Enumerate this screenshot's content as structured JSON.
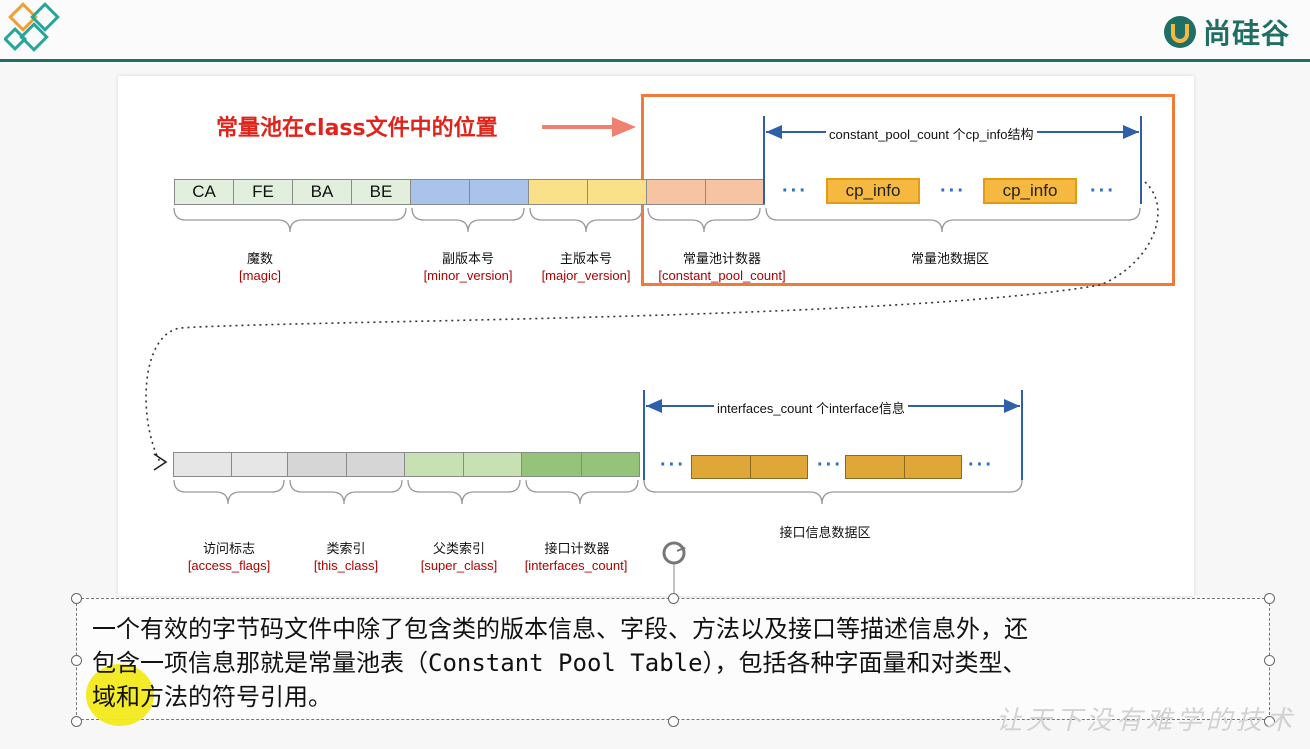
{
  "header": {
    "brand_name": "尚硅谷",
    "colors": {
      "brand": "#1f6f64",
      "logo_orange": "#f0a030",
      "logo_teal": "#26a69a"
    }
  },
  "diagram": {
    "title": "常量池在class文件中的位置",
    "row1": {
      "magic_bytes": [
        "CA",
        "FE",
        "BA",
        "BE"
      ],
      "cp_info_label": "cp_info",
      "dimension_label": "constant_pool_count 个cp_info结构",
      "groups": [
        {
          "cn": "魔数",
          "en": "[magic]"
        },
        {
          "cn": "副版本号",
          "en": "[minor_version]"
        },
        {
          "cn": "主版本号",
          "en": "[major_version]"
        },
        {
          "cn": "常量池计数器",
          "en": "[constant_pool_count]"
        },
        {
          "cn": "常量池数据区",
          "en": ""
        }
      ]
    },
    "row2": {
      "dimension_label": "interfaces_count 个interface信息",
      "groups": [
        {
          "cn": "访问标志",
          "en": "[access_flags]"
        },
        {
          "cn": "类索引",
          "en": "[this_class]"
        },
        {
          "cn": "父类索引",
          "en": "[super_class]"
        },
        {
          "cn": "接口计数器",
          "en": "[interfaces_count]"
        },
        {
          "cn": "接口信息数据区",
          "en": ""
        }
      ]
    },
    "colors": {
      "highlight_frame": "#f07a3a",
      "title": "#e0231b",
      "english_label": "#b00000",
      "cp_info_fill": "#f5b942"
    }
  },
  "description": {
    "line1": "一个有效的字节码文件中除了包含类的版本信息、字段、方法以及接口等描述信息外，还",
    "line2_start": "包含一项信息那就是常量池表（",
    "line2_mono": "Constant Pool Table",
    "line2_end": "），包括各种字面量和对类型、",
    "line3": "域和方法的符号引用。"
  },
  "watermark": "让天下没有难学的技术"
}
